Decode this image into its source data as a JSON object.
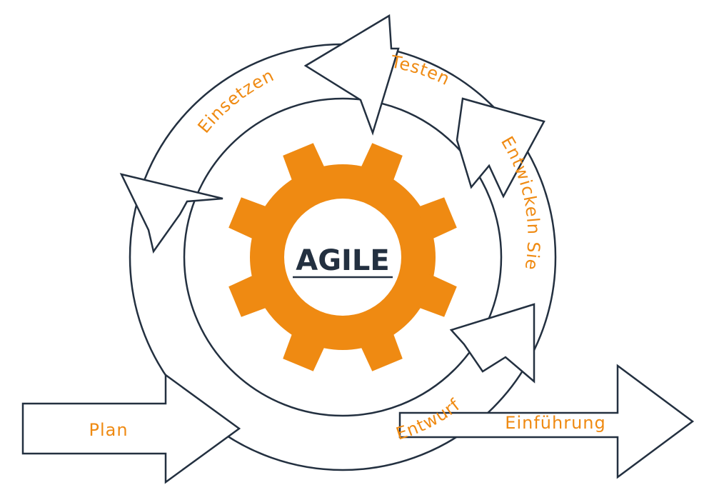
{
  "center": {
    "title": "AGILE"
  },
  "stages": {
    "plan": "Plan",
    "design": "Entwurf",
    "develop": "Entwickeln Sie",
    "test": "Testen",
    "deploy": "Einsetzen",
    "launch": "Einführung"
  },
  "colors": {
    "accent": "#ef8a12",
    "outline": "#233040",
    "background": "#ffffff"
  },
  "icons": [
    "gear-icon"
  ]
}
